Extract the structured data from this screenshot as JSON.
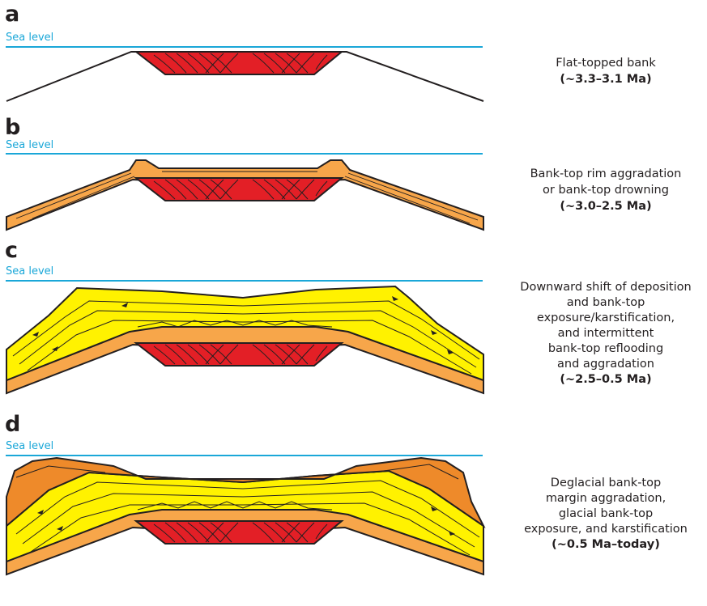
{
  "colors": {
    "sea_level": "#1aa7d8",
    "outline": "#231f20",
    "core_red": "#e31f26",
    "orange_light": "#f7a64a",
    "orange_dark": "#ee8a2a",
    "yellow": "#fff200"
  },
  "panels": [
    {
      "letter": "a",
      "sea_label": "Sea level",
      "lines": [
        "Flat-topped bank"
      ],
      "age": "(~3.3–3.1 Ma)"
    },
    {
      "letter": "b",
      "sea_label": "Sea level",
      "lines": [
        "Bank-top rim aggradation",
        "or bank-top drowning"
      ],
      "age": "(~3.0–2.5 Ma)"
    },
    {
      "letter": "c",
      "sea_label": "Sea level",
      "lines": [
        "Downward shift of deposition",
        "and bank-top",
        "exposure/karstification,",
        "and intermittent",
        "bank-top reflooding",
        "and aggradation"
      ],
      "age": "(~2.5–0.5 Ma)"
    },
    {
      "letter": "d",
      "sea_label": "Sea level",
      "lines": [
        "Deglacial bank-top",
        "margin aggradation,",
        "glacial bank-top",
        "exposure, and karstification"
      ],
      "age": "(~0.5 Ma–today)"
    }
  ]
}
